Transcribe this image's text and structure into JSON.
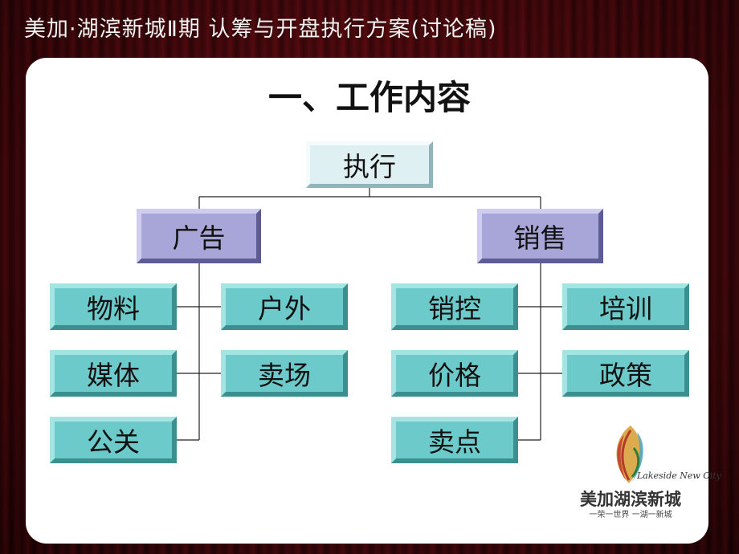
{
  "header": {
    "title": "美加·湖滨新城Ⅱ期  认筹与开盘执行方案(讨论稿)"
  },
  "slide": {
    "title": "一、工作内容"
  },
  "diagram": {
    "root": "执行",
    "branches": [
      {
        "label": "广告",
        "left_items": [
          "物料",
          "媒体",
          "公关"
        ],
        "right_items": [
          "户外",
          "卖场"
        ]
      },
      {
        "label": "销售",
        "left_items": [
          "销控",
          "价格",
          "卖点"
        ],
        "right_items": [
          "培训",
          "政策"
        ]
      }
    ]
  },
  "logo": {
    "name": "美加湖滨新城",
    "script": "Lakeside New City",
    "tagline": "一荣一世界 一湖一新城"
  },
  "colors": {
    "root_fill": "#dff0f2",
    "category_fill": "#a8a6d8",
    "leaf_fill": "#6ccaca"
  }
}
